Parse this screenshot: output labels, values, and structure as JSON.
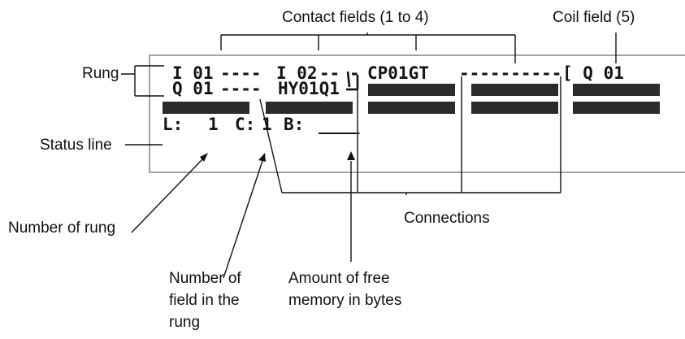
{
  "labels": {
    "contact_fields": "Contact fields (1 to 4)",
    "coil_field": "Coil field (5)",
    "rung": "Rung",
    "status_line": "Status line",
    "number_of_rung": "Number of rung",
    "number_of_field_l1": "Number of",
    "number_of_field_l2": "field in the",
    "number_of_field_l3": "rung",
    "connections": "Connections",
    "free_memory_l1": "Amount of free",
    "free_memory_l2": "memory in bytes"
  },
  "display": {
    "rung1": {
      "c1": "I 01",
      "d1": "----",
      "c2": "I 02",
      "d2": "--",
      "d3": "-",
      "c3": "CP01GT",
      "d4": "----------",
      "coil": "[ Q 01"
    },
    "rung2": {
      "c1": "Q 01",
      "d1": "----",
      "c2": "HY01Q1"
    },
    "status": {
      "line": "L:",
      "line_val": "1",
      "col": "C:",
      "col_val": "1",
      "bytes": "B:",
      "bytes_val": "____"
    }
  }
}
